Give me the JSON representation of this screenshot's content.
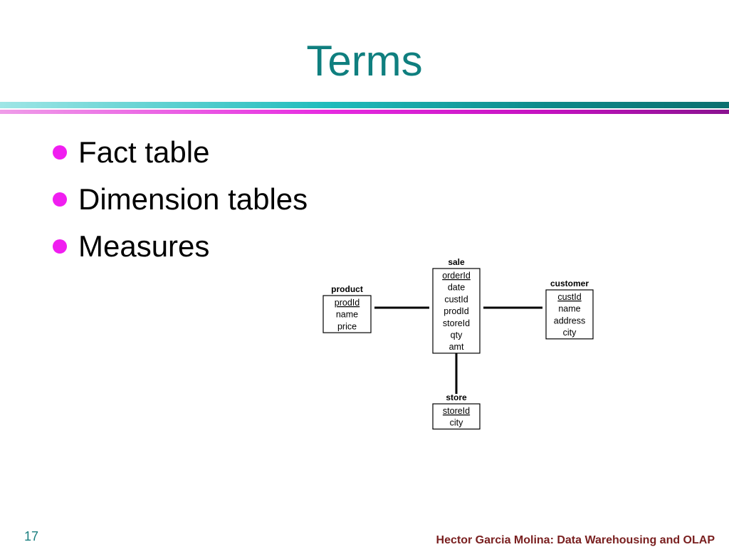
{
  "slide": {
    "title": "Terms",
    "bullets": [
      "Fact table",
      "Dimension tables",
      "Measures"
    ],
    "page_number": "17",
    "footer": "Hector Garcia Molina: Data Warehousing and OLAP"
  },
  "colors": {
    "title": "#0f7f7f",
    "bullet": "#f01ef0",
    "teal_band": "#1fbcbc",
    "magenta_band": "#e62be0",
    "footer": "#7a2020"
  },
  "diagram": {
    "tables": [
      {
        "id": "sale",
        "name": "sale",
        "fields": [
          {
            "label": "orderId",
            "key": true
          },
          {
            "label": "date",
            "key": false
          },
          {
            "label": "custId",
            "key": false
          },
          {
            "label": "prodId",
            "key": false
          },
          {
            "label": "storeId",
            "key": false
          },
          {
            "label": "qty",
            "key": false
          },
          {
            "label": "amt",
            "key": false
          }
        ]
      },
      {
        "id": "product",
        "name": "product",
        "fields": [
          {
            "label": "prodId",
            "key": true
          },
          {
            "label": "name",
            "key": false
          },
          {
            "label": "price",
            "key": false
          }
        ]
      },
      {
        "id": "customer",
        "name": "customer",
        "fields": [
          {
            "label": "custId",
            "key": true
          },
          {
            "label": "name",
            "key": false
          },
          {
            "label": "address",
            "key": false
          },
          {
            "label": "city",
            "key": false
          }
        ]
      },
      {
        "id": "store",
        "name": "store",
        "fields": [
          {
            "label": "storeId",
            "key": true
          },
          {
            "label": "city",
            "key": false
          }
        ]
      }
    ],
    "links": [
      {
        "from": "product",
        "to": "sale"
      },
      {
        "from": "sale",
        "to": "customer"
      },
      {
        "from": "sale",
        "to": "store"
      }
    ]
  }
}
